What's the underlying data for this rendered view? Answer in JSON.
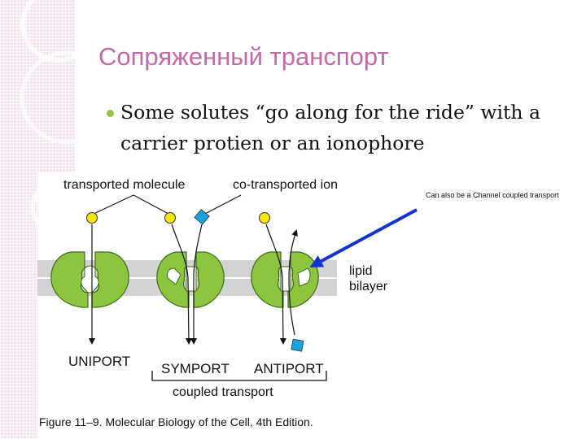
{
  "slide": {
    "title": "Сопряженный транспорт",
    "bullet": "Some solutes “go along for the ride” with a carrier protien or an ionophore",
    "note": "Can also be a Channel coupled transport"
  },
  "diagram": {
    "labels": {
      "transported_molecule": "transported molecule",
      "co_transported_ion": "co-transported ion",
      "lipid": "lipid",
      "bilayer": "bilayer",
      "uniport": "UNIPORT",
      "symport": "SYMPORT",
      "antiport": "ANTIPORT",
      "coupled_transport": "coupled transport"
    },
    "caption": "Figure 11–9. Molecular Biology of the Cell, 4th Edition.",
    "colors": {
      "protein": "#8cc63f",
      "molecule": "#f6e800",
      "ion": "#1ba0e2",
      "membrane": "#d3d3d3",
      "arrow": "#1432d2",
      "title": "#c06aa6",
      "bullet": "#95c44b"
    }
  }
}
